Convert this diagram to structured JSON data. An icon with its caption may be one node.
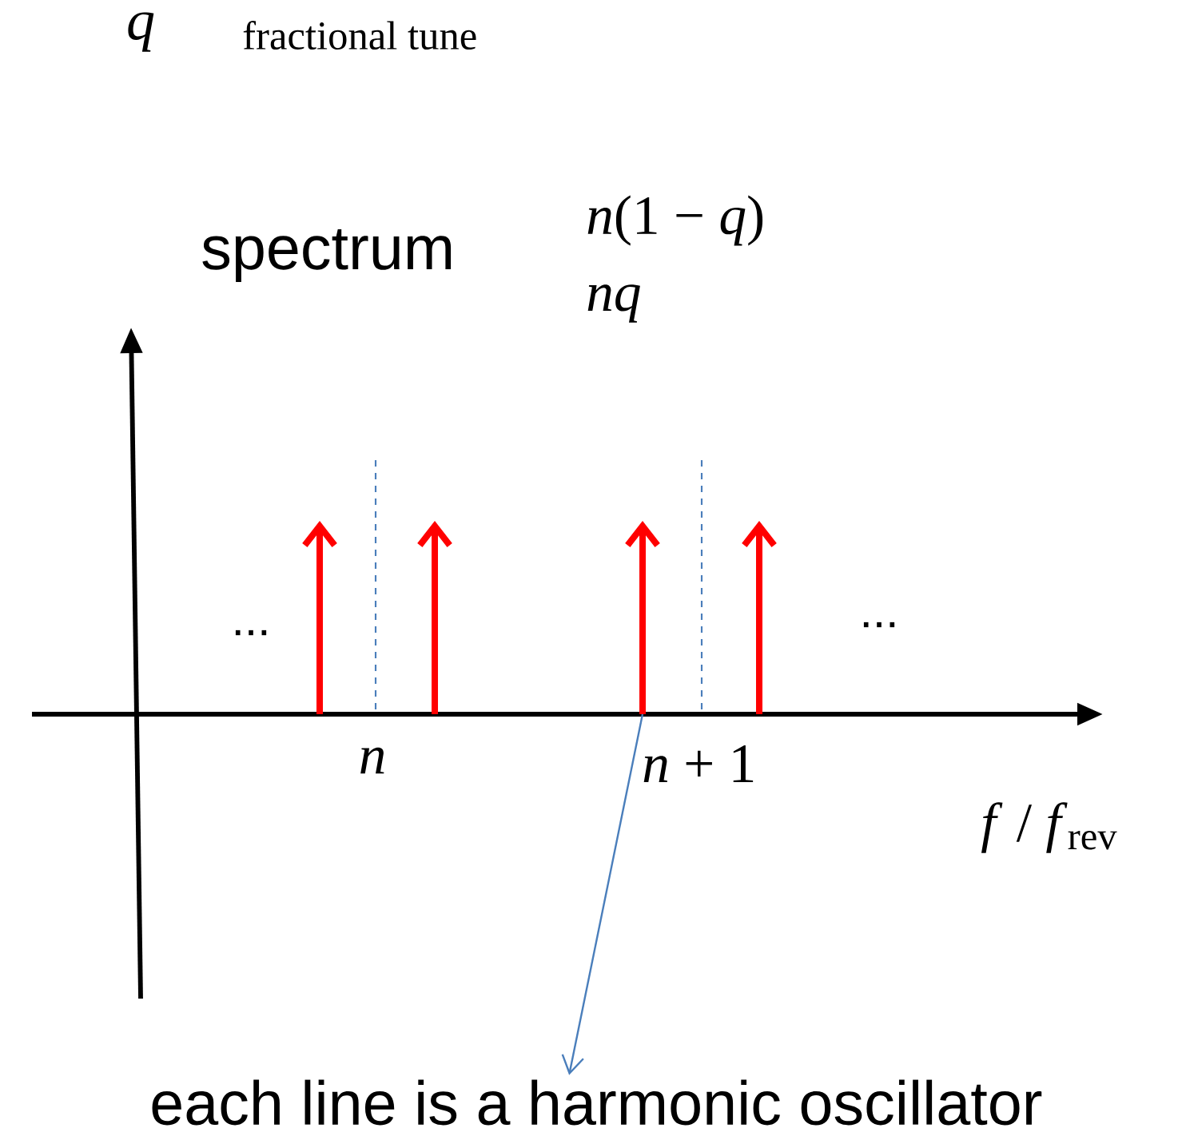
{
  "diagram": {
    "nodes": [
      {
        "text": [],
        "shape": "arrow"
      },
      {
        "text": [],
        "shape": "arrow"
      },
      {
        "text": [],
        "shape": "arrow"
      },
      {
        "text": [],
        "shape": "arrow"
      },
      {
        "text": [
          "each line is a harmonic oscillator"
        ]
      }
    ],
    "edges": [
      {
        "from": 2,
        "to": 4,
        "arrow": "to"
      }
    ],
    "labels": [
      "q",
      "fractional tune",
      "spectrum",
      "*n*(1 − *q*)",
      "nq",
      "...",
      "...",
      "n",
      "*n* + 1",
      "*f* / *f*$_{rev}$"
    ]
  }
}
